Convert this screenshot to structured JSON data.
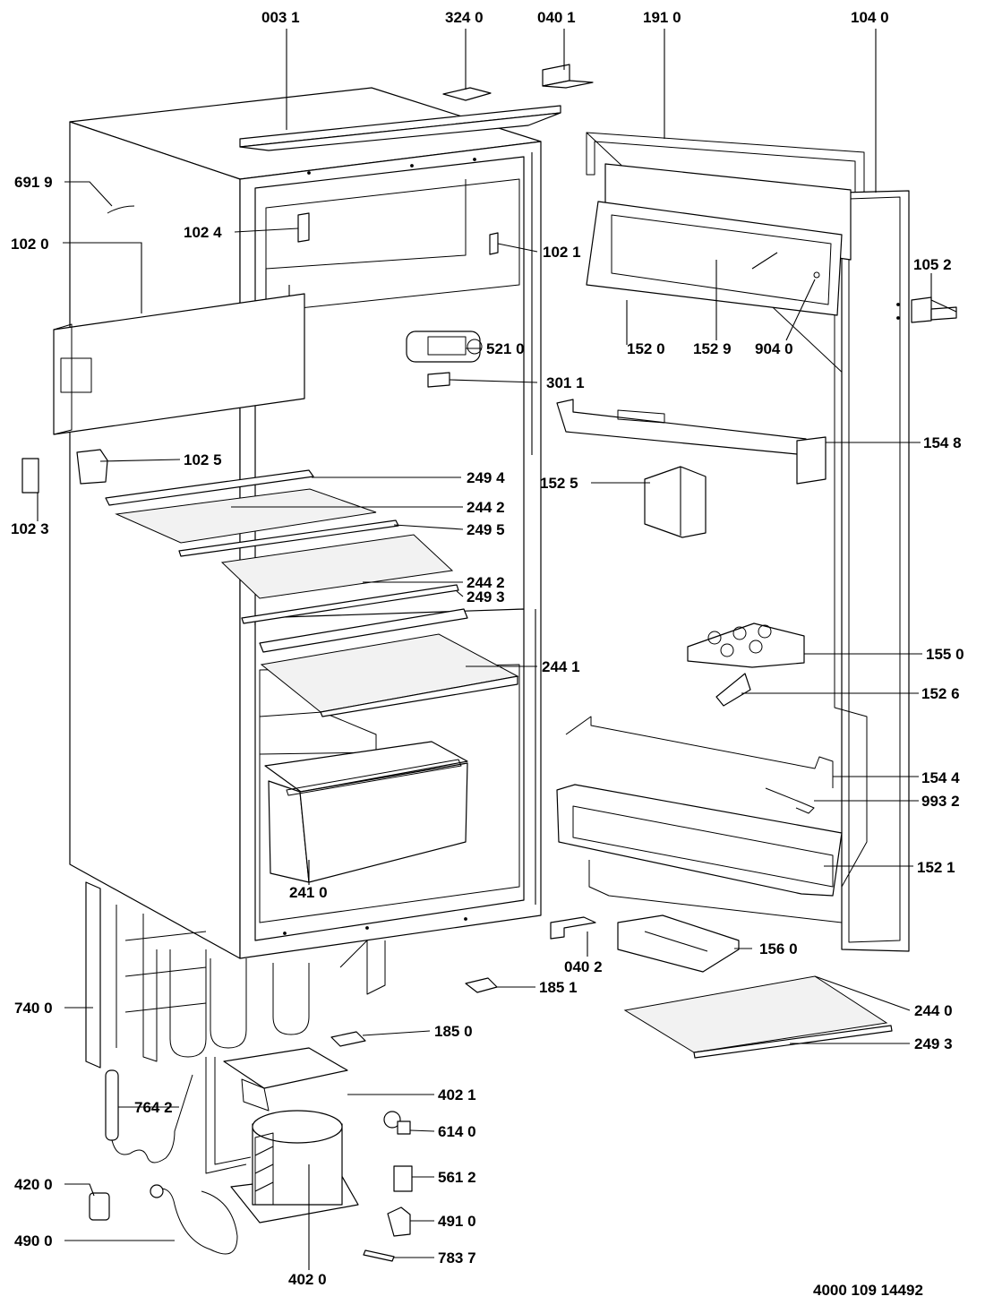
{
  "document_code": "4000 109 14492",
  "labels": [
    {
      "id": "l0031",
      "text": "003 1"
    },
    {
      "id": "l3240",
      "text": "324 0"
    },
    {
      "id": "l0401",
      "text": "040 1"
    },
    {
      "id": "l1910",
      "text": "191 0"
    },
    {
      "id": "l1040",
      "text": "104 0"
    },
    {
      "id": "l6919",
      "text": "691 9"
    },
    {
      "id": "l1024",
      "text": "102 4"
    },
    {
      "id": "l1020",
      "text": "102 0"
    },
    {
      "id": "l1021",
      "text": "102 1"
    },
    {
      "id": "l1052",
      "text": "105 2"
    },
    {
      "id": "l5210",
      "text": "521 0"
    },
    {
      "id": "l1520",
      "text": "152 0"
    },
    {
      "id": "l1529",
      "text": "152 9"
    },
    {
      "id": "l9040",
      "text": "904 0"
    },
    {
      "id": "l3011",
      "text": "301 1"
    },
    {
      "id": "l1548",
      "text": "154 8"
    },
    {
      "id": "l1025",
      "text": "102 5"
    },
    {
      "id": "l2494",
      "text": "249 4"
    },
    {
      "id": "l1525",
      "text": "152 5"
    },
    {
      "id": "l1023",
      "text": "102 3"
    },
    {
      "id": "l2442a",
      "text": "244 2"
    },
    {
      "id": "l2495",
      "text": "249 5"
    },
    {
      "id": "l2442b",
      "text": "244 2"
    },
    {
      "id": "l2493a",
      "text": "249 3"
    },
    {
      "id": "l2441",
      "text": "244 1"
    },
    {
      "id": "l1550",
      "text": "155 0"
    },
    {
      "id": "l1526",
      "text": "152 6"
    },
    {
      "id": "l1544",
      "text": "154 4"
    },
    {
      "id": "l9932",
      "text": "993 2"
    },
    {
      "id": "l1521",
      "text": "152 1"
    },
    {
      "id": "l2410",
      "text": "241 0"
    },
    {
      "id": "l0402",
      "text": "040 2"
    },
    {
      "id": "l1560",
      "text": "156 0"
    },
    {
      "id": "l1851",
      "text": "185 1"
    },
    {
      "id": "l7400",
      "text": "740 0"
    },
    {
      "id": "l2440",
      "text": "244 0"
    },
    {
      "id": "l1850",
      "text": "185 0"
    },
    {
      "id": "l2493b",
      "text": "249 3"
    },
    {
      "id": "l4021",
      "text": "402 1"
    },
    {
      "id": "l7642",
      "text": "764 2"
    },
    {
      "id": "l6140",
      "text": "614 0"
    },
    {
      "id": "l5612",
      "text": "561 2"
    },
    {
      "id": "l4200",
      "text": "420 0"
    },
    {
      "id": "l4910",
      "text": "491 0"
    },
    {
      "id": "l4900",
      "text": "490 0"
    },
    {
      "id": "l7837",
      "text": "783 7"
    },
    {
      "id": "l4020",
      "text": "402 0"
    }
  ]
}
